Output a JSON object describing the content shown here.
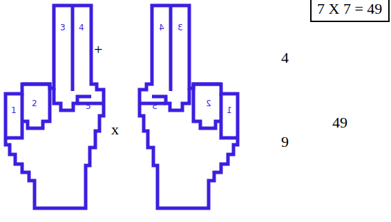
{
  "diagram": {
    "nodes": [
      {
        "text": [
          "7 X 7 = 49"
        ]
      }
    ],
    "labels": [
      "1",
      "2",
      "3",
      "4",
      "5",
      "4",
      "3",
      "5",
      "2",
      "1",
      "+",
      "x",
      "4",
      "9",
      "49"
    ]
  }
}
